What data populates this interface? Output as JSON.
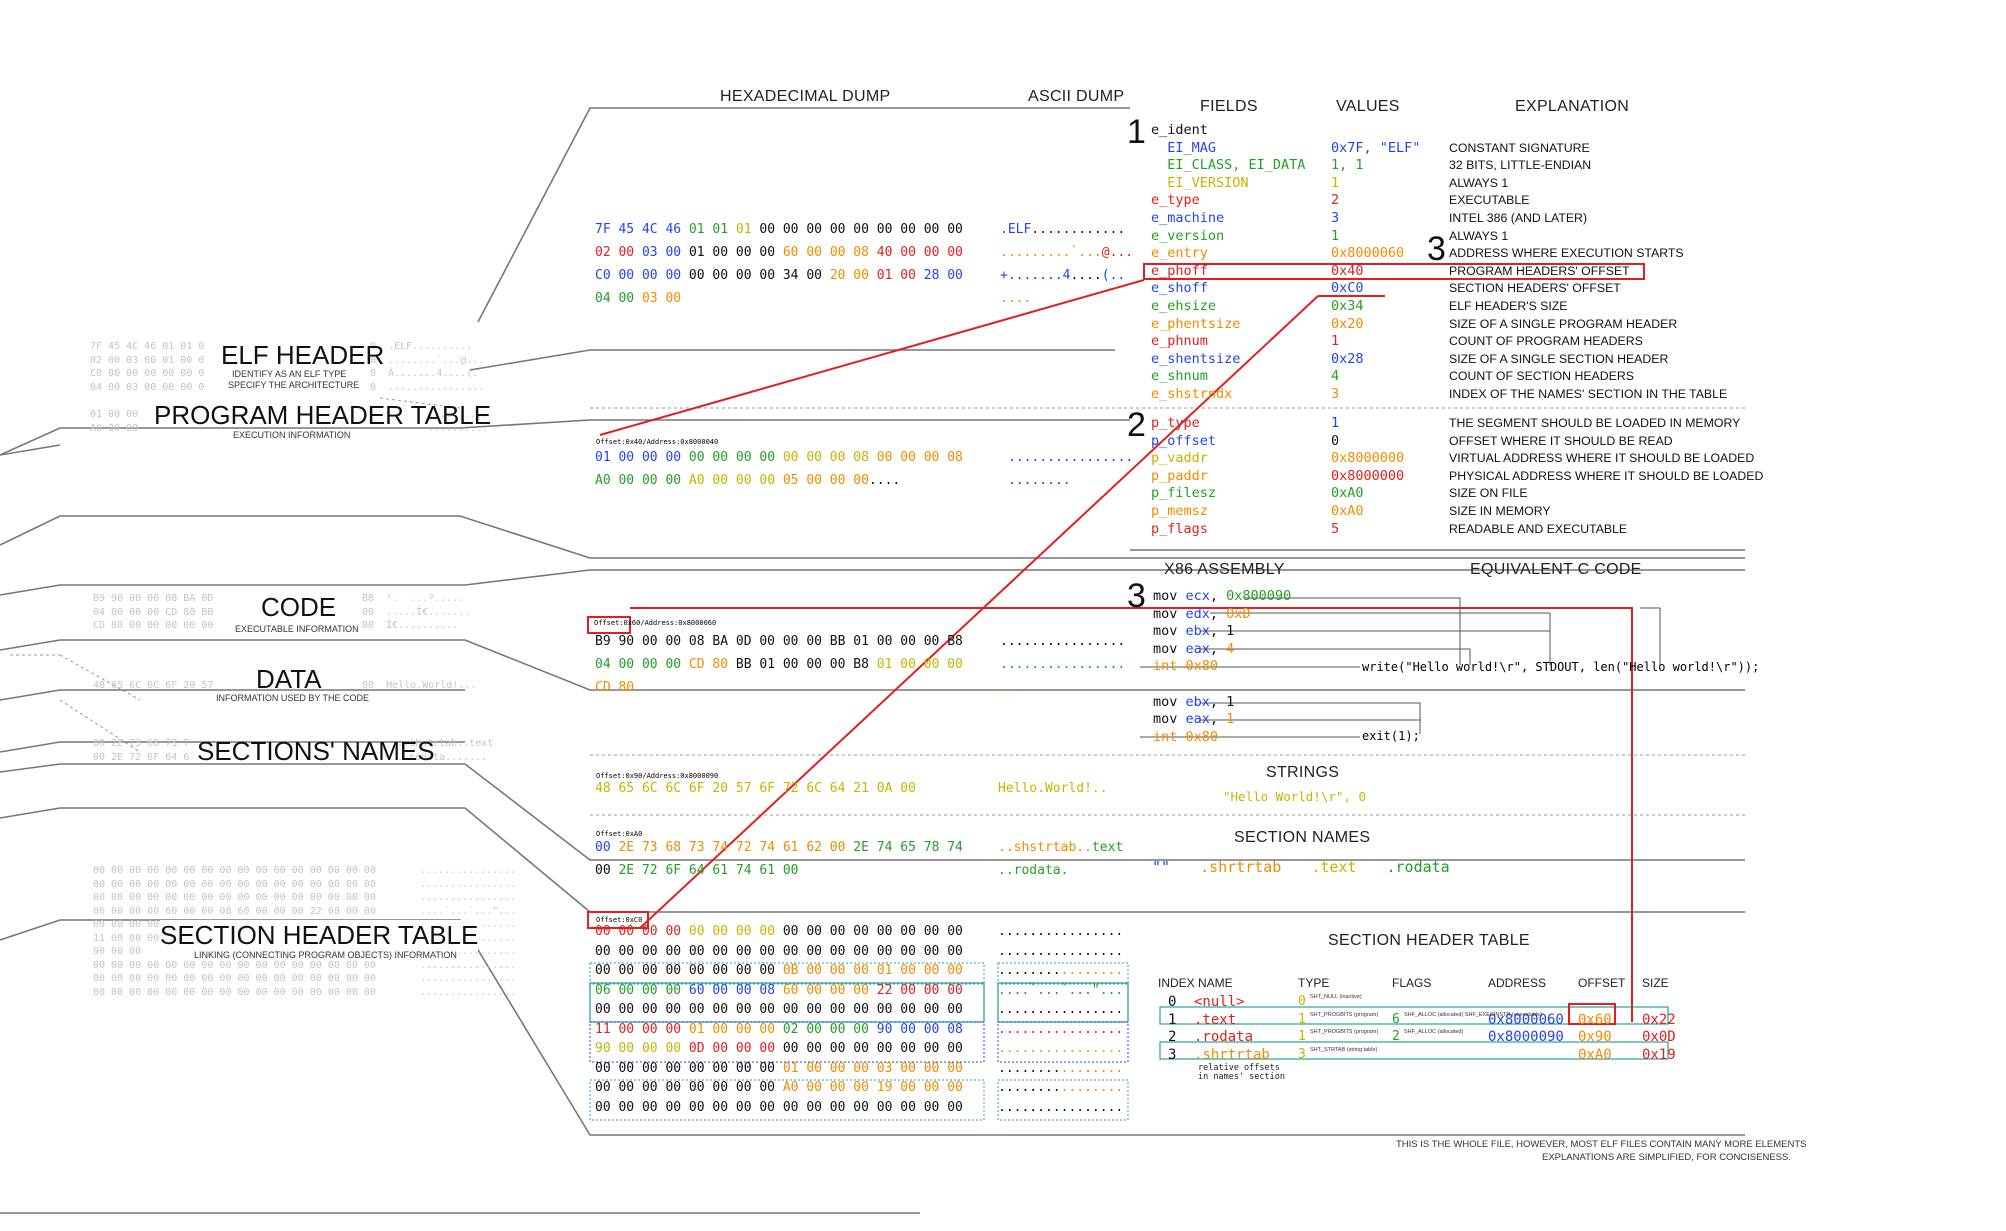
{
  "colors": {
    "blue": "#2244ee",
    "green": "#22a022",
    "orange": "#f08c00",
    "red": "#e02020",
    "yellow": "#c8b400"
  },
  "sections": {
    "elf_header": {
      "title": "ELF HEADER",
      "subtitle_1": "IDENTIFY AS AN ELF TYPE",
      "subtitle_2": "SPECIFY THE ARCHITECTURE",
      "ghost_left": "7F 45 4C 46 01 01 0\n02 00 03 00 01 00 0\nC0 00 00 00 00 00 0\n04 00 03 00 00 00 0",
      "ghost_right": "0  .ELF..........\n0  ........`...@...\n0  À.......4....(.\n0  ................"
    },
    "program_header_table": {
      "title": "PROGRAM HEADER TABLE",
      "subtitle": "EXECUTION INFORMATION",
      "ghost_left": "01 00 00\nA0 00 00",
      "ghost_right": "..........\n.........."
    },
    "code": {
      "title": "CODE",
      "subtitle": "EXECUTABLE INFORMATION",
      "ghost_left": "B9 90 00 00 08 BA 0D\n04 00 00 00 CD 80 BB\nCD 80 00 00 00 00 00",
      "ghost_right": "B8  ¹.  ...º.....\n00  .....Í€.......\n00  Í€.........."
    },
    "data": {
      "title": "DATA",
      "subtitle": "INFORMATION USED BY THE CODE",
      "ghost_left": "48 65 6C 6C 6F 20 57",
      "ghost_right": "00  Hello.World!..."
    },
    "sections_names": {
      "title": "SECTIONS' NAMES",
      "ghost_left": "00 2E 73 68 73 7\n00 2E 72 6F 64 6",
      "ghost_right": "..shstrtab..text\n..rodata......."
    },
    "section_header_table": {
      "title": "SECTION HEADER TABLE",
      "subtitle": "LINKING (CONNECTING PROGRAM OBJECTS) INFORMATION",
      "ghost_left": "00 00 00 00 00 00 00 00 00 00 00 00 00 00 00 00\n00 00 00 00 00 00 00 00 00 00 00 00 00 00 00 00\n00 00 00 00 00 00 00 00 00 00 00 00 00 00 00 00\n06 00 00 00 60 00 00 08 60 00 00 00 22 00 00 00\n00 00 00 00 00 00 00 00 00 00 00 00 00 00 00 00\n11 00 00 00\n90 00 00\n00 00 00 00 00 00 00 00 00 00 00 00 00 00 00 00\n00 00 00 00 00 00 00 00 00 00 00 00 00 00 00 00\n00 00 00 00 00 00 00 00 00 00 00 00 00 00 00 00",
      "ghost_right": "................\n................\n................\n....`...`...\"...\n................\n................\n................\n................\n................\n................"
    }
  },
  "headers": {
    "hex_dump": "HEXADECIMAL DUMP",
    "ascii_dump": "ASCII DUMP",
    "fields": "FIELDS",
    "values": "VALUES",
    "explanation": "EXPLANATION",
    "asm": "X86 ASSEMBLY",
    "c_code": "EQUIVALENT C CODE",
    "strings": "STRINGS",
    "section_names": "SECTION NAMES",
    "sht": "SECTION HEADER TABLE"
  },
  "markers": {
    "one": "1",
    "two": "2",
    "three_a": "3",
    "three_b": "3"
  },
  "elf_hex": [
    [
      [
        "7F 45 4C 46 ",
        "blue"
      ],
      [
        "01 01 ",
        "green"
      ],
      [
        "01 ",
        "yellow"
      ],
      [
        "00 00 00 00 00 00 00 00 00",
        "black"
      ]
    ],
    [
      [
        "02 00 ",
        "red"
      ],
      [
        "03 00 ",
        "blue"
      ],
      [
        "01 00 00 00 ",
        "black"
      ],
      [
        "60 00 00 08 ",
        "orange"
      ],
      [
        "40 00 00 00",
        "red"
      ]
    ],
    [
      [
        "C0 00 00 00 ",
        "blue"
      ],
      [
        "00 00 00 00 34 00 ",
        "black"
      ],
      [
        "20 00 ",
        "orange"
      ],
      [
        "01 00 ",
        "red"
      ],
      [
        "28 00",
        "blue"
      ]
    ],
    [
      [
        "04 00 ",
        "green"
      ],
      [
        "03 00",
        "orange"
      ]
    ]
  ],
  "elf_ascii": [
    [
      [
        ".ELF",
        "blue"
      ],
      [
        "............",
        "black"
      ]
    ],
    [
      [
        ".........`...",
        "orange"
      ],
      [
        "@...",
        "red"
      ]
    ],
    [
      [
        "+.......4",
        "blue"
      ],
      [
        "....",
        "black"
      ],
      [
        "(..",
        "blue"
      ]
    ],
    [
      [
        "....",
        "orange"
      ]
    ]
  ],
  "elf_fields": [
    {
      "f": "e_ident",
      "fc": "black",
      "v": "",
      "vc": "black",
      "e": ""
    },
    {
      "f": "  EI_MAG",
      "fc": "blue",
      "v": "0x7F, \"ELF\"",
      "vc": "blue",
      "e": "CONSTANT SIGNATURE"
    },
    {
      "f": "  EI_CLASS, EI_DATA",
      "fc": "green",
      "v": "1, 1",
      "vc": "green",
      "e": "32 BITS, LITTLE-ENDIAN"
    },
    {
      "f": "  EI_VERSION",
      "fc": "yellow",
      "v": "1",
      "vc": "yellow",
      "e": "ALWAYS 1"
    },
    {
      "f": "e_type",
      "fc": "red",
      "v": "2",
      "vc": "red",
      "e": "EXECUTABLE"
    },
    {
      "f": "e_machine",
      "fc": "blue",
      "v": "3",
      "vc": "blue",
      "e": "INTEL 386 (AND LATER)"
    },
    {
      "f": "e_version",
      "fc": "green",
      "v": "1",
      "vc": "green",
      "e": "ALWAYS 1"
    },
    {
      "f": "e_entry",
      "fc": "orange",
      "v": "0x8000060",
      "vc": "orange",
      "e": "ADDRESS WHERE EXECUTION STARTS"
    },
    {
      "f": "e_phoff",
      "fc": "red",
      "v": "0x40",
      "vc": "red",
      "e": "PROGRAM HEADERS' OFFSET"
    },
    {
      "f": "e_shoff",
      "fc": "blue",
      "v": "0xC0",
      "vc": "blue",
      "e": "SECTION HEADERS' OFFSET"
    },
    {
      "f": "e_ehsize",
      "fc": "green",
      "v": "0x34",
      "vc": "green",
      "e": "ELF HEADER'S SIZE"
    },
    {
      "f": "e_phentsize",
      "fc": "orange",
      "v": "0x20",
      "vc": "orange",
      "e": "SIZE OF A SINGLE PROGRAM HEADER"
    },
    {
      "f": "e_phnum",
      "fc": "red",
      "v": "1",
      "vc": "red",
      "e": "COUNT OF PROGRAM HEADERS"
    },
    {
      "f": "e_shentsize",
      "fc": "blue",
      "v": "0x28",
      "vc": "blue",
      "e": "SIZE OF A SINGLE SECTION HEADER"
    },
    {
      "f": "e_shnum",
      "fc": "green",
      "v": "4",
      "vc": "green",
      "e": "COUNT OF SECTION HEADERS"
    },
    {
      "f": "e_shstrndx",
      "fc": "orange",
      "v": "3",
      "vc": "orange",
      "e": "INDEX OF THE NAMES' SECTION IN THE TABLE"
    }
  ],
  "ph_offset_label": "Offset:0x40/Address:0x8000040",
  "ph_hex": [
    [
      [
        "01 00 00 00 ",
        "blue"
      ],
      [
        "00 00 00 00 ",
        "green"
      ],
      [
        "00 00 00 08 ",
        "yellow"
      ],
      [
        "00 00 00 08",
        "orange"
      ]
    ],
    [
      [
        "A0 00 00 00 ",
        "green"
      ],
      [
        "A0 00 00 00 ",
        "yellow"
      ],
      [
        "05 00 00 00",
        "orange"
      ],
      [
        "....",
        "black"
      ]
    ]
  ],
  "ph_ascii": [
    [
      [
        "................",
        "blue"
      ]
    ],
    [
      [
        "........",
        "blue"
      ]
    ]
  ],
  "ph_fields": [
    {
      "f": "p_type",
      "fc": "red",
      "v": "1",
      "vc": "blue",
      "e": "THE SEGMENT SHOULD BE LOADED IN MEMORY"
    },
    {
      "f": "p_offset",
      "fc": "blue",
      "v": "0",
      "vc": "black",
      "e": "OFFSET WHERE IT SHOULD BE READ"
    },
    {
      "f": "p_vaddr",
      "fc": "yellow",
      "v": "0x8000000",
      "vc": "orange",
      "e": "VIRTUAL ADDRESS WHERE IT SHOULD BE LOADED"
    },
    {
      "f": "p_paddr",
      "fc": "orange",
      "v": "0x8000000",
      "vc": "red",
      "e": "PHYSICAL ADDRESS WHERE IT SHOULD BE LOADED"
    },
    {
      "f": "p_filesz",
      "fc": "green",
      "v": "0xA0",
      "vc": "green",
      "e": "SIZE ON FILE"
    },
    {
      "f": "p_memsz",
      "fc": "orange",
      "v": "0xA0",
      "vc": "orange",
      "e": "SIZE IN MEMORY"
    },
    {
      "f": "p_flags",
      "fc": "red",
      "v": "5",
      "vc": "red",
      "e": "READABLE AND EXECUTABLE"
    }
  ],
  "code_offset_label": "Offset:0x60/Address:0x8000060",
  "code_hex": [
    [
      [
        "B9 90 00 00 08 BA 0D 00 00 00 BB 01 00 00 00 B8",
        "black"
      ]
    ],
    [
      [
        "04 00 00 00 ",
        "green"
      ],
      [
        "CD 80 ",
        "orange"
      ],
      [
        "BB 01 00 00 00 B8 ",
        "black"
      ],
      [
        "01 00 00 00",
        "yellow"
      ]
    ],
    [
      [
        "CD 80",
        "orange"
      ]
    ]
  ],
  "code_ascii": [
    [
      [
        "................",
        "black"
      ]
    ],
    [
      [
        "................",
        "green"
      ]
    ],
    [
      [
        "..",
        "orange"
      ]
    ]
  ],
  "asm": [
    [
      [
        "mov ",
        "black"
      ],
      [
        "ecx",
        "blue"
      ],
      [
        ", ",
        "black"
      ],
      [
        "0x800090",
        "green"
      ]
    ],
    [
      [
        "mov ",
        "black"
      ],
      [
        "edx",
        "blue"
      ],
      [
        ", ",
        "black"
      ],
      [
        "0xD",
        "orange"
      ]
    ],
    [
      [
        "mov ",
        "black"
      ],
      [
        "ebx",
        "blue"
      ],
      [
        ", ",
        "black"
      ],
      [
        "1",
        "black"
      ]
    ],
    [
      [
        "mov ",
        "black"
      ],
      [
        "eax",
        "blue"
      ],
      [
        ", ",
        "black"
      ],
      [
        "4",
        "orange"
      ]
    ],
    [
      [
        "int 0x80",
        "orange"
      ]
    ],
    [
      [
        "",
        "black"
      ]
    ],
    [
      [
        "mov ",
        "black"
      ],
      [
        "ebx",
        "blue"
      ],
      [
        ", ",
        "black"
      ],
      [
        "1",
        "black"
      ]
    ],
    [
      [
        "mov ",
        "black"
      ],
      [
        "eax",
        "blue"
      ],
      [
        ", ",
        "black"
      ],
      [
        "1",
        "orange"
      ]
    ],
    [
      [
        "int 0x80",
        "orange"
      ]
    ]
  ],
  "c_write": "write(\"Hello world!\\r\", STDOUT, len(\"Hello world!\\r\"));",
  "c_exit": "exit(1);",
  "data_offset_label": "Offset:0x90/Address:0x8000090",
  "data_hex": "48 65 6C 6C 6F 20 57 6F 72 6C 64 21 0A 00",
  "data_ascii": "Hello.World!..",
  "strings_value": "\"Hello World!\\r\", 0",
  "names_offset_label": "Offset:0xA0",
  "names_hex": [
    [
      [
        "00 ",
        "blue"
      ],
      [
        "2E 73 68 73 74 72 74 61 62 00 ",
        "orange"
      ],
      [
        "2E 74 65 78 74",
        "green"
      ]
    ],
    [
      [
        "00 ",
        "black"
      ],
      [
        "2E 72 6F 64 61 74 61 00",
        "green"
      ]
    ]
  ],
  "names_ascii": [
    [
      [
        "..shstrtab..",
        "orange"
      ],
      [
        "text",
        "green"
      ]
    ],
    [
      [
        "..rodata.",
        "green"
      ]
    ]
  ],
  "names_values": [
    [
      "\"\"",
      "blue"
    ],
    [
      ".shrtrtab",
      "orange"
    ],
    [
      ".text",
      "yellow"
    ],
    [
      ".rodata",
      "green"
    ]
  ],
  "sht_offset_label": "Offset:0xC0",
  "sht_hex": [
    [
      [
        "00 00 00 00 ",
        "red"
      ],
      [
        "00 00 00 00 ",
        "yellow"
      ],
      [
        "00 00 00 00 00 00 00 00",
        "black"
      ]
    ],
    [
      [
        "00 00 00 00 00 00 00 00 00 00 00 00 00 00 00 00",
        "black"
      ]
    ],
    [
      [
        "00 00 00 00 00 00 00 00 ",
        "black"
      ],
      [
        "0B 00 00 00 01 00 00 00",
        "orange"
      ]
    ],
    [
      [
        "06 00 00 00 ",
        "green"
      ],
      [
        "60 00 00 08 ",
        "blue"
      ],
      [
        "60 00 00 00 ",
        "orange"
      ],
      [
        "22 00 00 00",
        "red"
      ]
    ],
    [
      [
        "00 00 00 00 00 00 00 00 00 00 00 00 00 00 00 00",
        "black"
      ]
    ],
    [
      [
        "11 00 00 00 ",
        "red"
      ],
      [
        "01 00 00 00 ",
        "orange"
      ],
      [
        "02 00 00 00 ",
        "green"
      ],
      [
        "90 00 00 08",
        "blue"
      ]
    ],
    [
      [
        "90 00 00 00 ",
        "yellow"
      ],
      [
        "0D 00 00 00 ",
        "red"
      ],
      [
        "00 00 00 00 00 00 00 00",
        "black"
      ]
    ],
    [
      [
        "00 00 00 00 00 00 00 00 ",
        "black"
      ],
      [
        "01 00 00 00 03 00 00 00",
        "orange"
      ]
    ],
    [
      [
        "00 00 00 00 00 00 00 00 ",
        "black"
      ],
      [
        "A0 00 00 00 19 00 00 00",
        "orange"
      ]
    ],
    [
      [
        "00 00 00 00 00 00 00 00 00 00 00 00 00 00 00 00",
        "black"
      ]
    ]
  ],
  "sht_ascii": [
    [
      [
        "................",
        "black"
      ]
    ],
    [
      [
        "................",
        "black"
      ]
    ],
    [
      [
        "........",
        "black"
      ],
      [
        "........",
        "orange"
      ]
    ],
    [
      [
        "....`...`...\"...",
        "green"
      ]
    ],
    [
      [
        "................",
        "black"
      ]
    ],
    [
      [
        "................",
        "red"
      ]
    ],
    [
      [
        "................",
        "yellow"
      ]
    ],
    [
      [
        "........",
        "black"
      ],
      [
        "........",
        "orange"
      ]
    ],
    [
      [
        "........",
        "black"
      ],
      [
        "........",
        "orange"
      ]
    ],
    [
      [
        "................",
        "black"
      ]
    ]
  ],
  "sht_table": {
    "columns": [
      "INDEX",
      "NAME",
      "TYPE",
      "FLAGS",
      "ADDRESS",
      "OFFSET",
      "SIZE"
    ],
    "rows": [
      {
        "index": "0",
        "name": "<null>",
        "type": "0",
        "type_note": "SHT_NULL (inactive)",
        "flags": "",
        "address": "",
        "offset": "",
        "size": ""
      },
      {
        "index": "1",
        "name": ".text",
        "type": "1",
        "type_note": "SHT_PROGBITS (program)",
        "flags": "6",
        "flags_note": "SHF_ALLOC (allocated) SHF_EXECINSTR (executable)",
        "address": "0x8000060",
        "offset": "0x60",
        "size": "0x22"
      },
      {
        "index": "2",
        "name": ".rodata",
        "type": "1",
        "type_note": "SHT_PROGBITS (program)",
        "flags": "2",
        "flags_note": "SHF_ALLOC (allocated)",
        "address": "0x8000090",
        "offset": "0x90",
        "size": "0x0D"
      },
      {
        "index": "3",
        "name": ".shrtrtab",
        "type": "3",
        "type_note": "SHT_STRTAB (string table)",
        "flags": "",
        "address": "",
        "offset": "0xA0",
        "size": "0x19"
      }
    ],
    "note": "relative offsets\nin names' section"
  },
  "footer": {
    "line1": "THIS IS THE WHOLE FILE, HOWEVER, MOST ELF FILES CONTAIN MANY MORE ELEMENTS",
    "line2": "EXPLANATIONS ARE SIMPLIFIED, FOR CONCISENESS."
  }
}
